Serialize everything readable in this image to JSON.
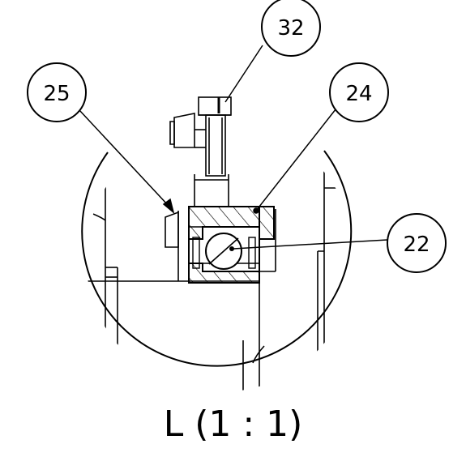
{
  "view_caption": "L (1 : 1)",
  "balloons": {
    "b32": "32",
    "b25": "25",
    "b24": "24",
    "b22": "22"
  },
  "colors": {
    "line": "#000000",
    "background": "#ffffff"
  }
}
